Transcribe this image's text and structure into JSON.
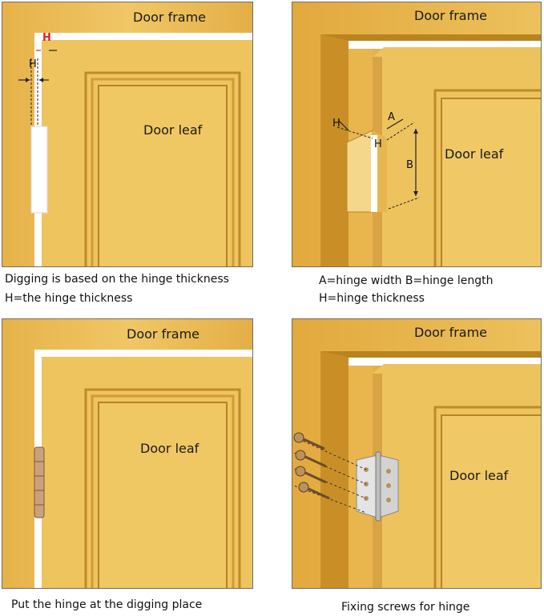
{
  "panels": {
    "top_left": {
      "frame_label": "Door frame",
      "leaf_label": "Door leaf",
      "dim_h_red": "H",
      "dim_h": "H",
      "caption_1": "Digging is based on the hinge thickness",
      "caption_2": "H=the hinge thickness"
    },
    "top_right": {
      "frame_label": "Door frame",
      "leaf_label": "Door leaf",
      "dim_h_left": "H",
      "dim_h_mid": "H",
      "dim_a": "A",
      "dim_b": "B",
      "caption_1": "A=hinge width B=hinge length",
      "caption_2": "H=hinge thickness"
    },
    "bottom_left": {
      "frame_label": "Door frame",
      "leaf_label": "Door leaf",
      "caption": "Put the hinge at the digging place"
    },
    "bottom_right": {
      "frame_label": "Door frame",
      "leaf_label": "Door leaf",
      "caption": "Fixing screws for hinge"
    }
  },
  "colors": {
    "wood_light": "#EDC15C",
    "wood_mid": "#E2A93E",
    "wood_dark": "#C48A22",
    "gap": "#FFFFFF",
    "dim_red": "#E02020"
  }
}
